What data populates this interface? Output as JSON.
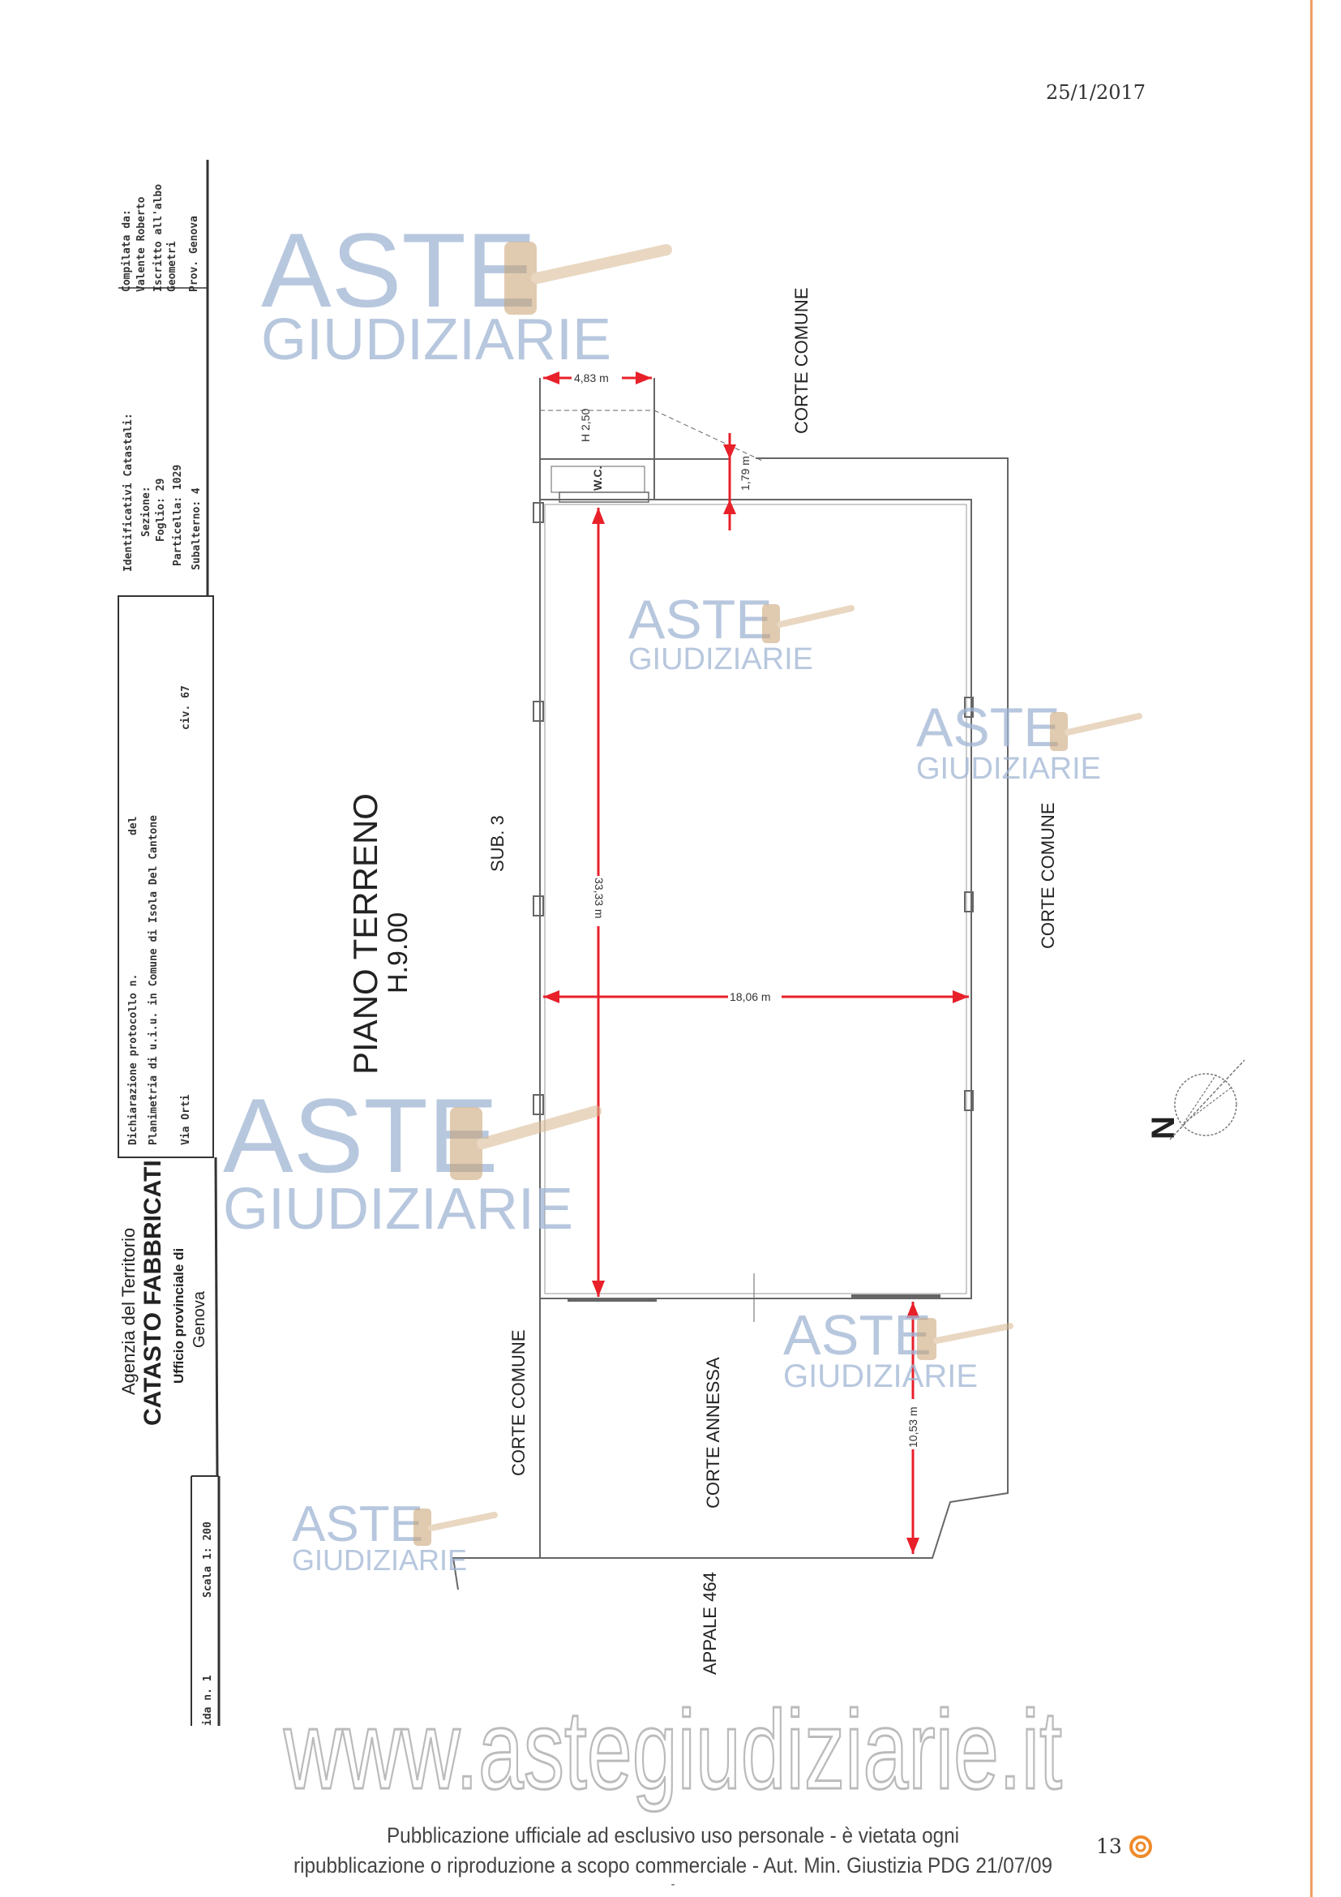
{
  "header": {
    "date": "25/1/2017"
  },
  "title_block": {
    "compiler": [
      "Compilata da:",
      "Valente Roberto",
      "Iscritto all'albo",
      "Geometri",
      "Prov. Genova"
    ],
    "identifiers": {
      "title": "Identificativi Catastali:",
      "sezione": "Sezione:",
      "foglio": "Foglio: 29",
      "particella": "Particella: 1029",
      "subalterno": "Subalterno: 4"
    },
    "declaration": {
      "protocol": "Dichiarazione protocollo n.",
      "del": "del",
      "planimetria": "Planimetria di u.i.u. in Comune di Isola Del Cantone",
      "street": "Via Orti",
      "civic": "civ.  67"
    },
    "agency": {
      "line1": "Agenzia del Territorio",
      "line2": "CATASTO FABBRICATI",
      "line3": "Ufficio provinciale di",
      "line4": "Genova"
    },
    "scale": "Scala 1: 200",
    "sheet": "ida n. 1"
  },
  "plan": {
    "floor_title": "PIANO TERRENO",
    "height": "H.9.00",
    "sub": "SUB. 3",
    "labels": {
      "corte_comune_top": "CORTE COMUNE",
      "corte_comune_right": "CORTE COMUNE",
      "corte_comune_bottom": "CORTE COMUNE",
      "corte_annessa": "CORTE ANNESSA",
      "appale": "APPALE 464",
      "wc": "W.C.",
      "wc_height": "H 2,50"
    },
    "dimensions": {
      "d1": "4,83 m",
      "d2": "1,79 m",
      "d3": "33,33 m",
      "d4": "18,06 m",
      "d5": "10,53 m"
    },
    "north": "N",
    "dimension_color": "#e8202a"
  },
  "watermark": {
    "aste": "ASTE",
    "giudiziarie": "GIUDIZIARIE",
    "url": "www.astegiudiziarie.it"
  },
  "footer": {
    "line1": "Pubblicazione ufficiale ad esclusivo uso personale - è vietata ogni",
    "line2": "ripubblicazione o riproduzione a scopo commerciale - Aut. Min. Giustizia PDG 21/07/09",
    "line3": "-",
    "page_number": "13"
  }
}
